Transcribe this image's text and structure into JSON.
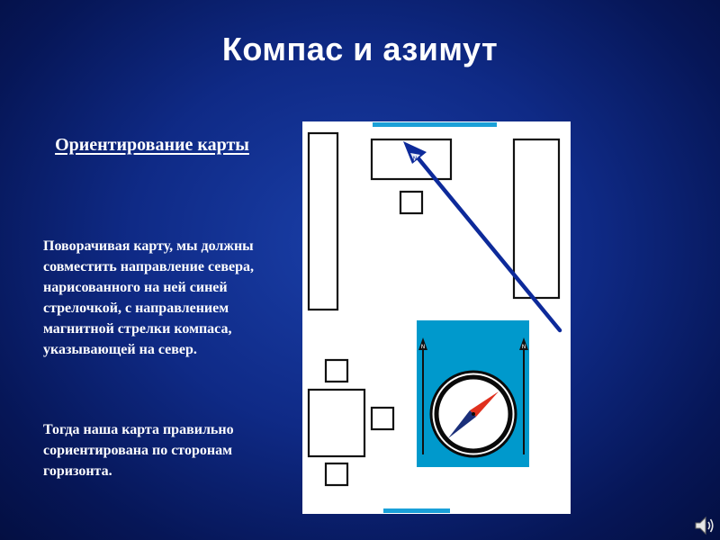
{
  "slide": {
    "title": "Компас и азимут",
    "subtitle": "Ориентирование карты",
    "paragraph_1": "Поворачивая карту, мы должны совместить направление севера, нарисованного на ней синей стрелочкой, с направлением магнитной стрелки компаса, указывающей на север.",
    "paragraph_2": "Тогда наша карта правильно сориентирована по сторонам горизонта."
  },
  "map": {
    "north_arrow_color": "#0d2a9a",
    "compass_panel_color": "#0099cc",
    "compass_needle_north_color": "#e0301e",
    "compass_needle_south_color": "#1a2f7a",
    "arrow_tag": "N"
  },
  "icons": {
    "speaker": "speaker-icon"
  }
}
